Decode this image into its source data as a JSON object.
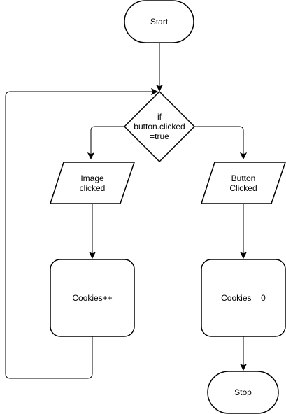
{
  "diagram": {
    "colors": {
      "stroke": "#000000",
      "fill": "#ffffff",
      "text": "#000000"
    },
    "nodes": {
      "start": {
        "shape": "terminal",
        "label": "Start"
      },
      "decision": {
        "shape": "decision",
        "label": "if\nbutton.clicked\n=true"
      },
      "image_clicked": {
        "shape": "input-output",
        "label": "Image\nclicked"
      },
      "button_clicked": {
        "shape": "input-output",
        "label": "Button\nClicked"
      },
      "cookies_increment": {
        "shape": "process",
        "label": "Cookies++"
      },
      "cookies_reset": {
        "shape": "process",
        "label": "Cookies = 0"
      },
      "stop": {
        "shape": "terminal",
        "label": "Stop"
      }
    },
    "edges": [
      {
        "from": "start",
        "to": "decision"
      },
      {
        "from": "decision",
        "to": "image_clicked"
      },
      {
        "from": "decision",
        "to": "button_clicked"
      },
      {
        "from": "image_clicked",
        "to": "cookies_increment"
      },
      {
        "from": "button_clicked",
        "to": "cookies_reset"
      },
      {
        "from": "cookies_reset",
        "to": "stop"
      },
      {
        "from": "cookies_increment",
        "to": "decision"
      }
    ]
  }
}
